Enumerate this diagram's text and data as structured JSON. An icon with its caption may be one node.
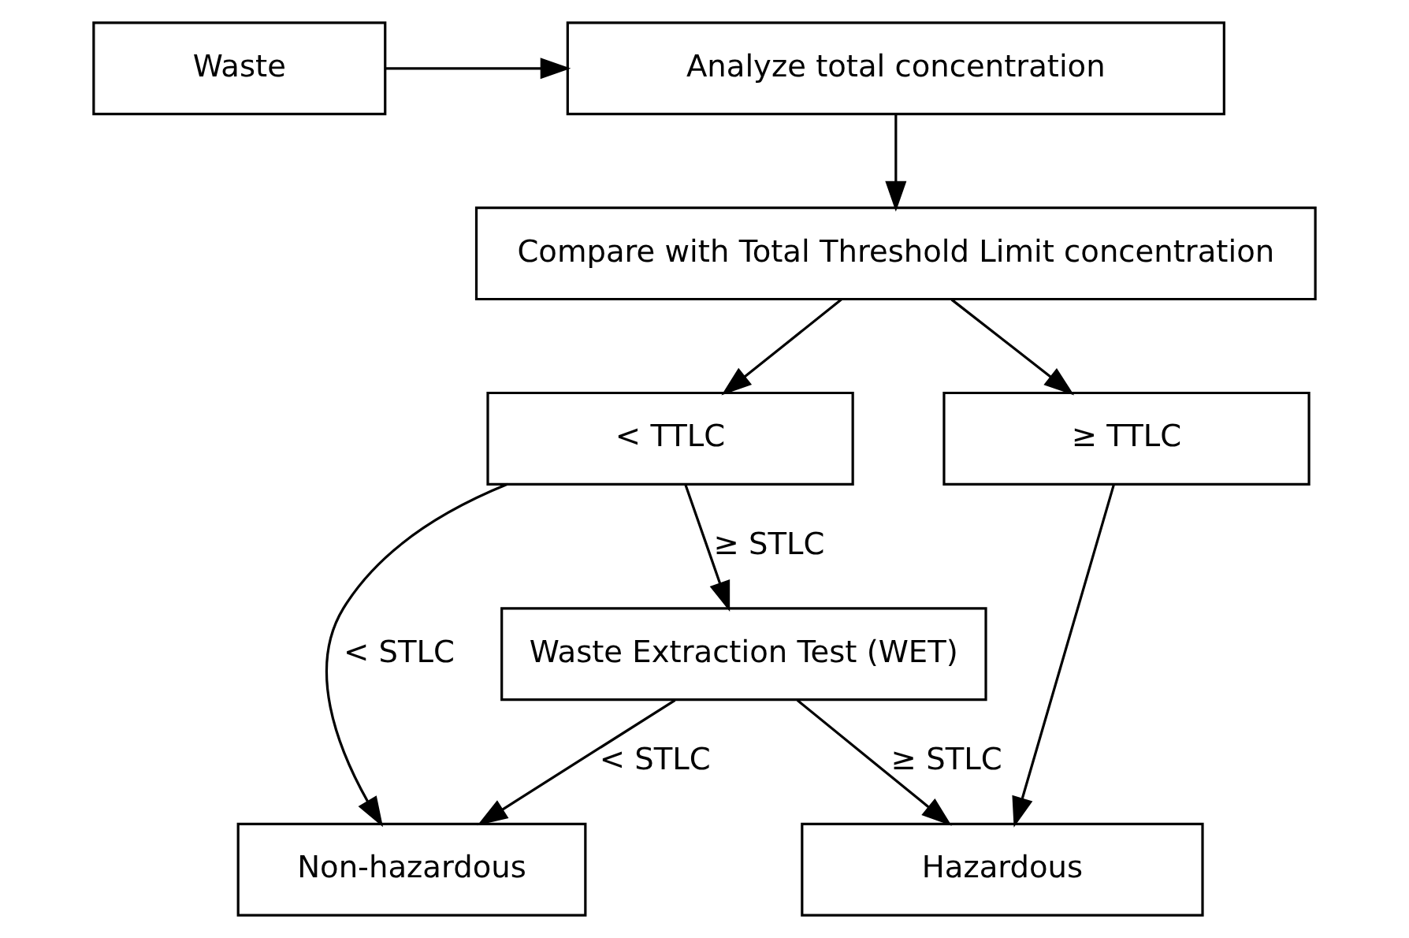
{
  "diagram": {
    "nodes": [
      {
        "text": [
          "Waste"
        ]
      },
      {
        "text": [
          "Analyze total concentration"
        ]
      },
      {
        "text": [
          "Compare with Total Threshold Limit concentration"
        ]
      },
      {
        "text": [
          "< TTLC"
        ]
      },
      {
        "text": [
          "≥ TTLC"
        ]
      },
      {
        "text": [
          "Waste Extraction Test (WET)"
        ]
      },
      {
        "text": [
          "Non-hazardous"
        ]
      },
      {
        "text": [
          "Hazardous"
        ]
      }
    ],
    "edges": [
      {
        "from": 0,
        "to": 1,
        "arrow": "to"
      },
      {
        "from": 1,
        "to": 2,
        "arrow": "to"
      },
      {
        "from": 2,
        "to": 3,
        "arrow": "to"
      },
      {
        "from": 2,
        "to": 4,
        "arrow": "to"
      },
      {
        "from": 3,
        "to": 6,
        "arrow": "to",
        "label": "< STLC"
      },
      {
        "from": 3,
        "to": 5,
        "arrow": "to",
        "label": "≥ STLC"
      },
      {
        "from": 5,
        "to": 6,
        "arrow": "to",
        "label": "< STLC"
      },
      {
        "from": 5,
        "to": 7,
        "arrow": "to",
        "label": "≥ STLC"
      },
      {
        "from": 4,
        "to": 7,
        "arrow": "to"
      }
    ]
  }
}
